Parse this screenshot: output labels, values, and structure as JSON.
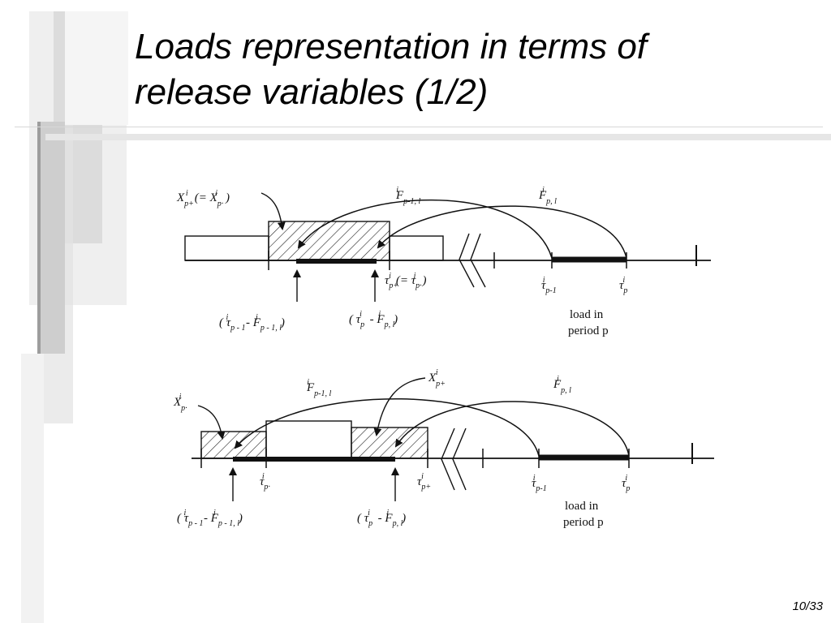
{
  "slide": {
    "title_line1": "Loads representation in terms of",
    "title_line2": "release variables (1/2)",
    "page_number": "10/33"
  },
  "figure": {
    "top": {
      "x_label_main": "X",
      "x_label_sub": "p+",
      "x_label_sup": "i",
      "x_label_paren": "(= X",
      "x_label_paren_sub": "p·",
      "x_label_paren_sup": "i",
      "x_label_close": ")",
      "f_prev_main": "F",
      "f_prev_sub": "p-1, l",
      "f_prev_sup": "i",
      "f_cur_main": "F",
      "f_cur_sub": "p, l",
      "f_cur_sup": "i",
      "tau_mid_main": "τ",
      "tau_mid_sub": "p+",
      "tau_mid_sup": "i",
      "tau_mid_paren": "(= τ",
      "tau_mid_paren_sub": "p·",
      "tau_mid_paren_sup": "i",
      "tau_mid_close": ")",
      "tau_p1_main": "τ",
      "tau_p1_sub": "p-1",
      "tau_p1_sup": "i",
      "tau_p_main": "τ",
      "tau_p_sub": "p",
      "tau_p_sup": "i",
      "expr1": "( τ",
      "expr1_sub": "p - 1",
      "expr1_sup": "i",
      "expr1_rest": " - F",
      "expr1_rest_sub": "p - 1, l",
      "expr1_rest_sup": "i",
      "expr1_close": ")",
      "expr2": "( τ",
      "expr2_sub": "p",
      "expr2_sup": "i",
      "expr2_rest": " - F",
      "expr2_rest_sub": "p, l",
      "expr2_rest_sup": "i",
      "expr2_close": ")",
      "load_line1": "load in",
      "load_line2": "period p"
    },
    "bottom": {
      "x_left_main": "X",
      "x_left_sub": "p·",
      "x_left_sup": "i",
      "x_right_main": "X",
      "x_right_sub": "p+",
      "x_right_sup": "i",
      "f_prev_main": "F",
      "f_prev_sub": "p-1, l",
      "f_prev_sup": "i",
      "f_cur_main": "F",
      "f_cur_sub": "p, l",
      "f_cur_sup": "i",
      "tau_a_main": "τ",
      "tau_a_sub": "p·",
      "tau_a_sup": "i",
      "tau_b_main": "τ",
      "tau_b_sub": "p+",
      "tau_b_sup": "i",
      "tau_p1_main": "τ",
      "tau_p1_sub": "p-1",
      "tau_p1_sup": "i",
      "tau_p_main": "τ",
      "tau_p_sub": "p",
      "tau_p_sup": "i",
      "expr1": "( τ",
      "expr1_sub": "p - 1",
      "expr1_sup": "i",
      "expr1_rest": " - F",
      "expr1_rest_sub": "p - 1, l",
      "expr1_rest_sup": "i",
      "expr1_close": ")",
      "expr2": "( τ",
      "expr2_sub": "p",
      "expr2_sup": "i",
      "expr2_rest": " - F",
      "expr2_rest_sub": "p, l",
      "expr2_rest_sup": "i",
      "expr2_close": ")",
      "load_line1": "load in",
      "load_line2": "period p"
    }
  }
}
